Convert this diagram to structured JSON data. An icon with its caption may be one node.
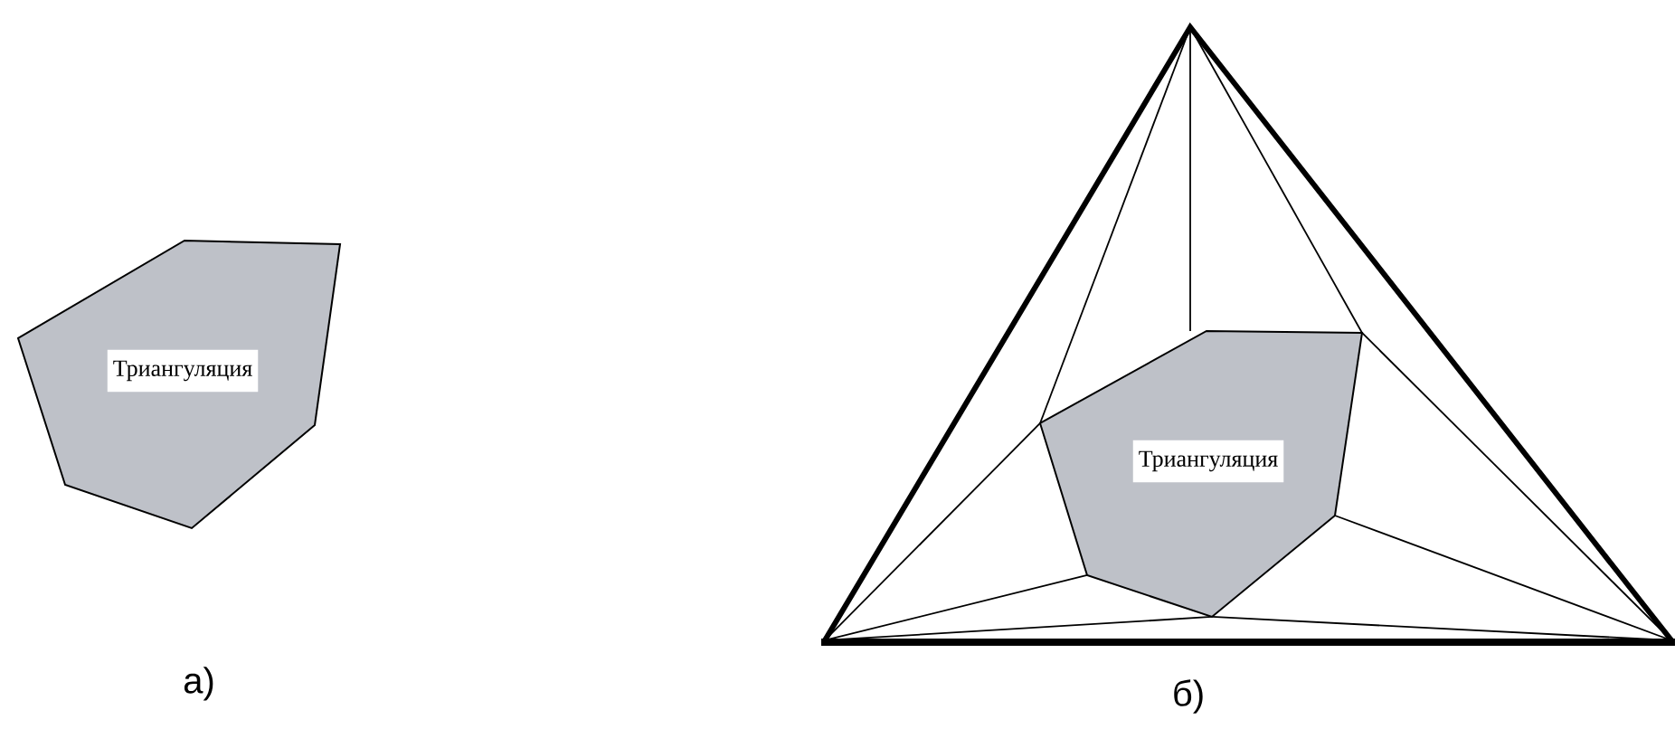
{
  "diagram": {
    "nodes": [
      {
        "text": [
          "Триангуляция"
        ]
      },
      {
        "text": [
          "Триангуляция"
        ]
      }
    ],
    "labels": [
      "а)",
      "б)"
    ]
  }
}
